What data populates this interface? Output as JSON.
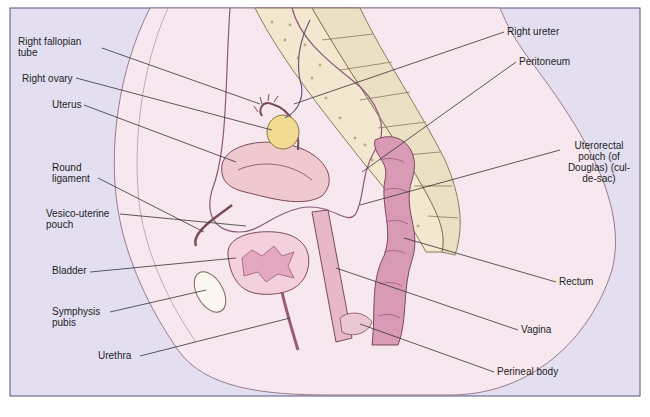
{
  "diagram": {
    "labels": [
      "Right fallopian tube",
      "Right ovary",
      "Uterus",
      "Round ligament",
      "Vesico-uterine pouch",
      "Bladder",
      "Symphysis pubis",
      "Urethra",
      "Right ureter",
      "Peritoneum",
      "Uterorectal pouch (of Douglas) (cul-de-sac)",
      "Rectum",
      "Vagina",
      "Perineal body"
    ]
  }
}
